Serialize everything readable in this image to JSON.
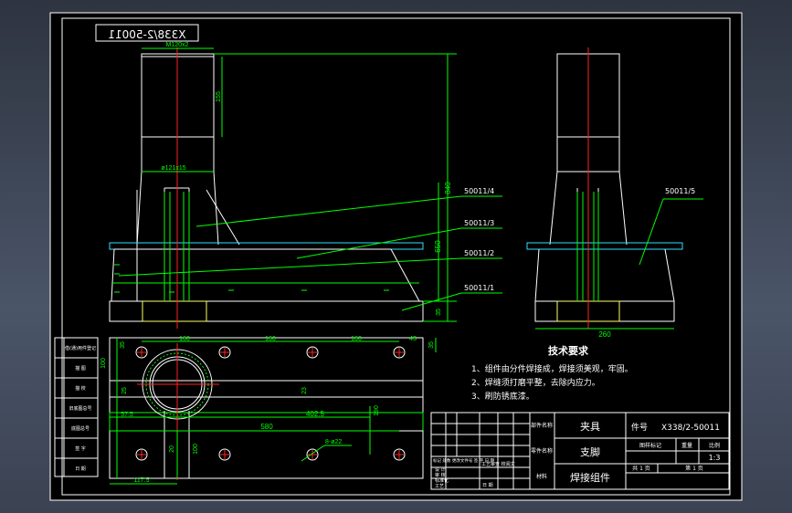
{
  "drawing": {
    "number_mirrored": "X338/2-50011",
    "part_number": "X338/2-50011",
    "scale": "1:3",
    "sheet_total": "共 1 页",
    "sheet_current": "第 1 页"
  },
  "callouts": {
    "p4": "50011/4",
    "p3": "50011/3",
    "p2": "50011/2",
    "p1": "50011/1",
    "p5": "50011/5"
  },
  "dims": {
    "m120": "M120x2",
    "d155": "155",
    "d121": "ø121x15",
    "d840": "840",
    "d650": "650",
    "d35a": "35",
    "d260": "260",
    "d35b": "35",
    "d160a": "160",
    "d160b": "160",
    "d160c": "160",
    "d43": "43",
    "d35c": "35",
    "d25": "25",
    "d100a": "100",
    "d23": "23",
    "d57": "57.5",
    "d402": "402.5",
    "d190": "190",
    "d580": "580",
    "d100b": "100",
    "d8": "8-ø22",
    "d20": "20",
    "d117": "117.5"
  },
  "tech": {
    "title": "技术要求",
    "items": [
      "1、组件由分件焊接成，焊接须美观，牢固。",
      "2、焊缝须打磨平整，去除内应力。",
      "3、刷防锈底漆。"
    ]
  },
  "titleblock": {
    "l_part": "部件名称",
    "l_comp": "零件名称",
    "l_weld": "材料",
    "v_part": "夹具",
    "v_comp": "支脚",
    "v_weld": "焊接组件",
    "l_pn": "件号",
    "l_mark": "图样标记",
    "l_weight": "重量",
    "l_scale": "比例",
    "rev_row": "标记 处数 更改文件号 签 字 日 期",
    "sign_rows": [
      "设 计",
      "审 核",
      "标准化",
      "工艺",
      "批准"
    ],
    "date": "日 期",
    "tech_review": "工艺审查 校阅文"
  },
  "sidebar": {
    "items": [
      "借(通)用件登记",
      "描 图",
      "描 校",
      "旧底图总号",
      "底图总号",
      "签 字",
      "日 期"
    ]
  }
}
